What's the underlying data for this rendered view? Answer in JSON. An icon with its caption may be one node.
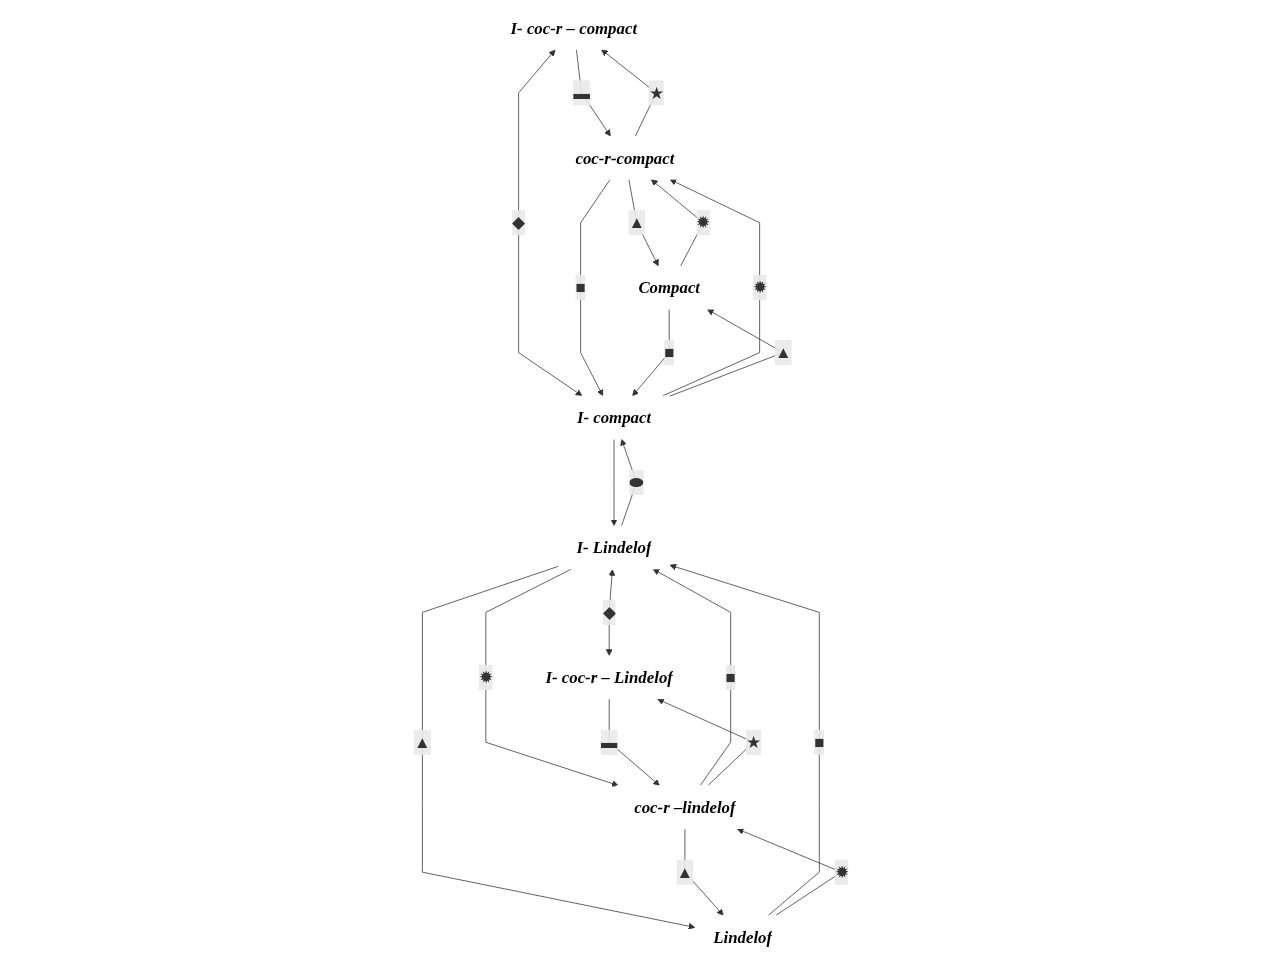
{
  "diagram": {
    "nodes": [
      {
        "text": [
          "I- coc-r – compact"
        ]
      },
      {
        "text": [
          "coc-r-compact"
        ]
      },
      {
        "text": [
          "Compact"
        ]
      },
      {
        "text": [
          "I- compact"
        ]
      },
      {
        "text": [
          "I- Lindelof"
        ]
      },
      {
        "text": [
          "I- coc-r – Lindelof"
        ]
      },
      {
        "text": [
          "coc-r –lindelof"
        ]
      },
      {
        "text": [
          "Lindelof"
        ]
      }
    ],
    "edges": [
      {
        "from": 0,
        "to": 1,
        "arrow": "to",
        "label": "▬"
      },
      {
        "from": 1,
        "to": 0,
        "arrow": "to",
        "label": "★"
      },
      {
        "from": 1,
        "to": 2,
        "arrow": "to",
        "label": "▲"
      },
      {
        "from": 2,
        "to": 1,
        "arrow": "to",
        "label": "✹"
      },
      {
        "from": 0,
        "to": 3,
        "arrow": "both",
        "label": "◆"
      },
      {
        "from": 3,
        "to": 1,
        "arrow": "to",
        "label": "✹"
      },
      {
        "from": 1,
        "to": 3,
        "arrow": "to",
        "label": "■"
      },
      {
        "from": 2,
        "to": 3,
        "arrow": "to",
        "label": "■"
      },
      {
        "from": 3,
        "to": 2,
        "arrow": "to",
        "label": "▲"
      },
      {
        "from": 4,
        "to": 3,
        "arrow": "to",
        "label": "⬬"
      },
      {
        "from": 3,
        "to": 4,
        "arrow": "to"
      },
      {
        "from": 4,
        "to": 5,
        "arrow": "both",
        "label": "◆"
      },
      {
        "from": 6,
        "to": 4,
        "arrow": "to",
        "label": "■"
      },
      {
        "from": 4,
        "to": 6,
        "arrow": "to",
        "label": "✹"
      },
      {
        "from": 4,
        "to": 7,
        "arrow": "to",
        "label": "▲"
      },
      {
        "from": 7,
        "to": 4,
        "arrow": "to",
        "label": "■"
      },
      {
        "from": 5,
        "to": 6,
        "arrow": "to",
        "label": "▬"
      },
      {
        "from": 6,
        "to": 5,
        "arrow": "to",
        "label": "★"
      },
      {
        "from": 6,
        "to": 7,
        "arrow": "to",
        "label": "▲"
      },
      {
        "from": 7,
        "to": 6,
        "arrow": "to",
        "label": "✹"
      }
    ]
  }
}
